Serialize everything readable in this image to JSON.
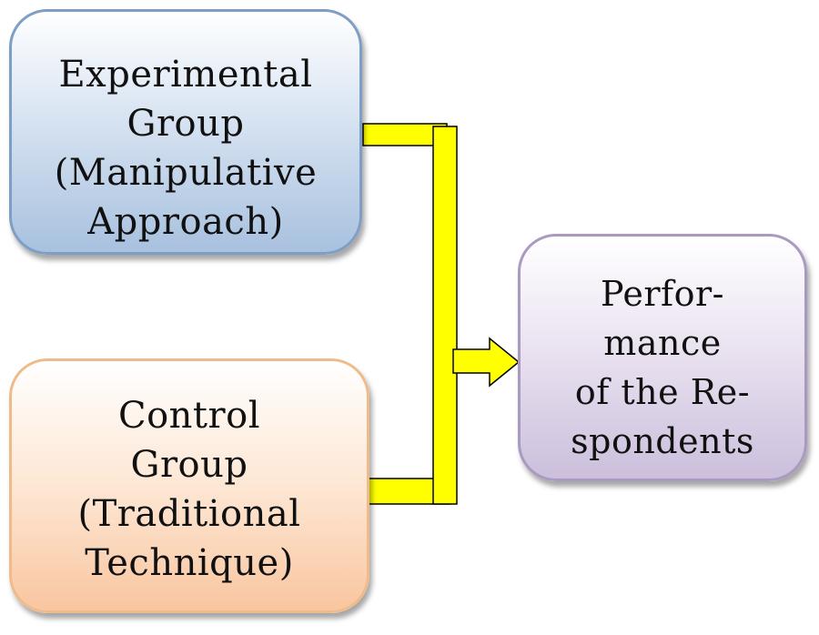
{
  "diagram": {
    "experimental": {
      "lines": [
        "Experimental",
        "Group",
        "(Manipulative",
        "Approach)"
      ]
    },
    "control": {
      "lines": [
        "Control",
        "Group",
        "(Traditional",
        "Technique)"
      ]
    },
    "performance": {
      "lines": [
        "Perfor-",
        "mance",
        "of the Re-",
        "spondents"
      ]
    },
    "colors": {
      "connector_fill": "#ffff00",
      "connector_stroke": "#000000",
      "experimental_border": "#7f9ec4",
      "control_border": "#eebc8c",
      "performance_border": "#aa9ac2"
    }
  }
}
